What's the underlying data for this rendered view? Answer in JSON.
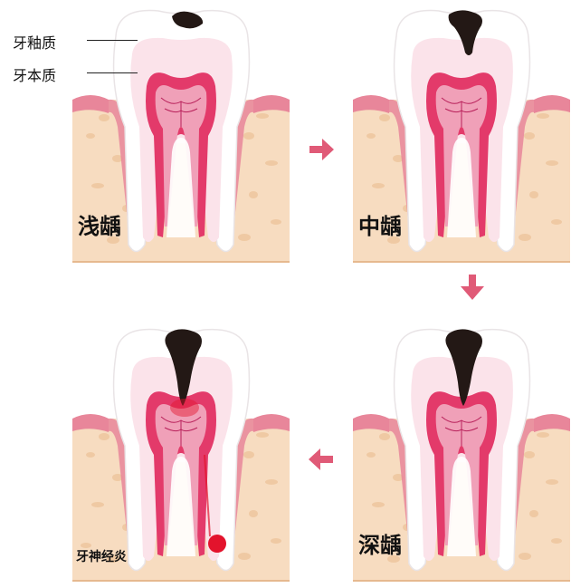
{
  "legend": {
    "enamel": "牙釉质",
    "dentin": "牙本质"
  },
  "stages": [
    {
      "label": "浅龋",
      "cavity": "shallow"
    },
    {
      "label": "中龋",
      "cavity": "medium"
    },
    {
      "label": "深龋",
      "cavity": "deep"
    },
    {
      "label": "牙神经炎",
      "cavity": "pulpitis"
    }
  ],
  "colors": {
    "gum": "#e8869a",
    "bone": "#f7dcc0",
    "bone_spot": "#efc9a3",
    "pulp": "#e33a6a",
    "pulp_light": "#f0a0b8",
    "dentin": "#fbe3ea",
    "enamel": "#ffffff",
    "cavity": "#231815",
    "arrow": "#e05a77",
    "inflammation": "#e3132c"
  },
  "flow_arrows": [
    {
      "direction": "right",
      "icon": "arrow-right-icon"
    },
    {
      "direction": "down",
      "icon": "arrow-down-icon"
    },
    {
      "direction": "left",
      "icon": "arrow-left-icon"
    }
  ]
}
